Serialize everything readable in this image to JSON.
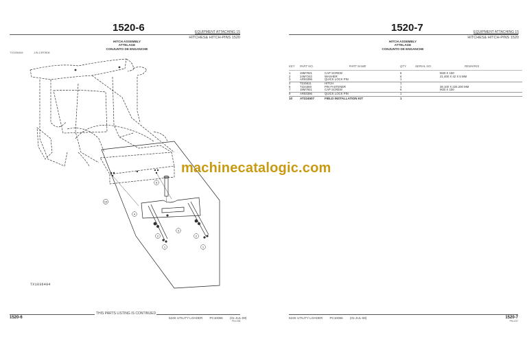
{
  "watermark": "machinecatalogic.com",
  "left_page": {
    "page_number": "1520-6",
    "section": "EQUIPMENT ATTACHING   15",
    "subsection": "HITCHES& HITCH-PINS 1520",
    "assembly_title": [
      "HITCH ASSEMBLY",
      "ATTELAGE",
      "CONJUNTO DE ENGANCHE"
    ],
    "figure_ref": "TX1036484",
    "figure_date": "-UN-13FEB08",
    "figure_id": "TX1036484",
    "callouts": [
      "1",
      "1",
      "2",
      "2",
      "3",
      "4",
      "5",
      "10"
    ],
    "footer": {
      "continued": "THIS PARTS LISTING IS CONTINUED",
      "page_number": "1520-6",
      "model": "524K UTILITY LOADER",
      "catalog": "PC10056",
      "date": "(01-JUL-08)",
      "code": "PN=236"
    }
  },
  "right_page": {
    "page_number": "1520-7",
    "section": "EQUIPMENT ATTACHING   15",
    "subsection": "HITCHES& HITCH-PINS 1520",
    "assembly_title": [
      "HITCH ASSEMBLY",
      "ATTELAGE",
      "CONJUNTO DE ENGANCHE"
    ],
    "table": {
      "headers": {
        "key": "KEY",
        "part_no": "PART NO.",
        "part_name": "PART NAME",
        "qty": "QTY.",
        "serial_no": "SERIAL NO.",
        "remarks": "REMARKS"
      },
      "rows": [
        {
          "key": "1",
          "part_no": "19M7921",
          "part_name": "CAP SCREW",
          "qty": "6",
          "serial_no": "",
          "remarks": "M20 X 150"
        },
        {
          "key": "2",
          "part_no": "24M7242",
          "part_name": "WASHER",
          "qty": "6",
          "serial_no": "",
          "remarks": "21.400 X 42 X 5 MM"
        },
        {
          "key": "3",
          "part_no": "AR93396",
          "part_name": "QUICK LOCK PIN",
          "qty": "1",
          "serial_no": "",
          "remarks": ""
        },
        {
          "key": "4",
          "part_no": "T215611",
          "part_name": "HITCH",
          "qty": "1",
          "serial_no": "",
          "remarks": ""
        },
        {
          "key": "5",
          "part_no": "T224360",
          "part_name": "PIN FASTENER",
          "qty": "1",
          "serial_no": "",
          "remarks": "38.100 X 225.200 MM"
        },
        {
          "key": "7",
          "part_no": "19M7921",
          "part_name": "CAP SCREW",
          "qty": "6",
          "serial_no": "",
          "remarks": "M20 X 150"
        },
        {
          "key": "9",
          "part_no": "AR93396",
          "part_name": "QUICK LOCK PIN",
          "qty": "1",
          "serial_no": "",
          "remarks": ""
        },
        {
          "key": "10",
          "part_no": "AT324507",
          "part_name": "FIELD INSTALLATION KIT",
          "qty": "1",
          "serial_no": "",
          "remarks": ""
        }
      ]
    },
    "footer": {
      "page_number": "1520-7",
      "model": "524K UTILITY LOADER",
      "catalog": "PC10056",
      "date": "(01-JUL-08)",
      "code": "PN=237"
    }
  }
}
